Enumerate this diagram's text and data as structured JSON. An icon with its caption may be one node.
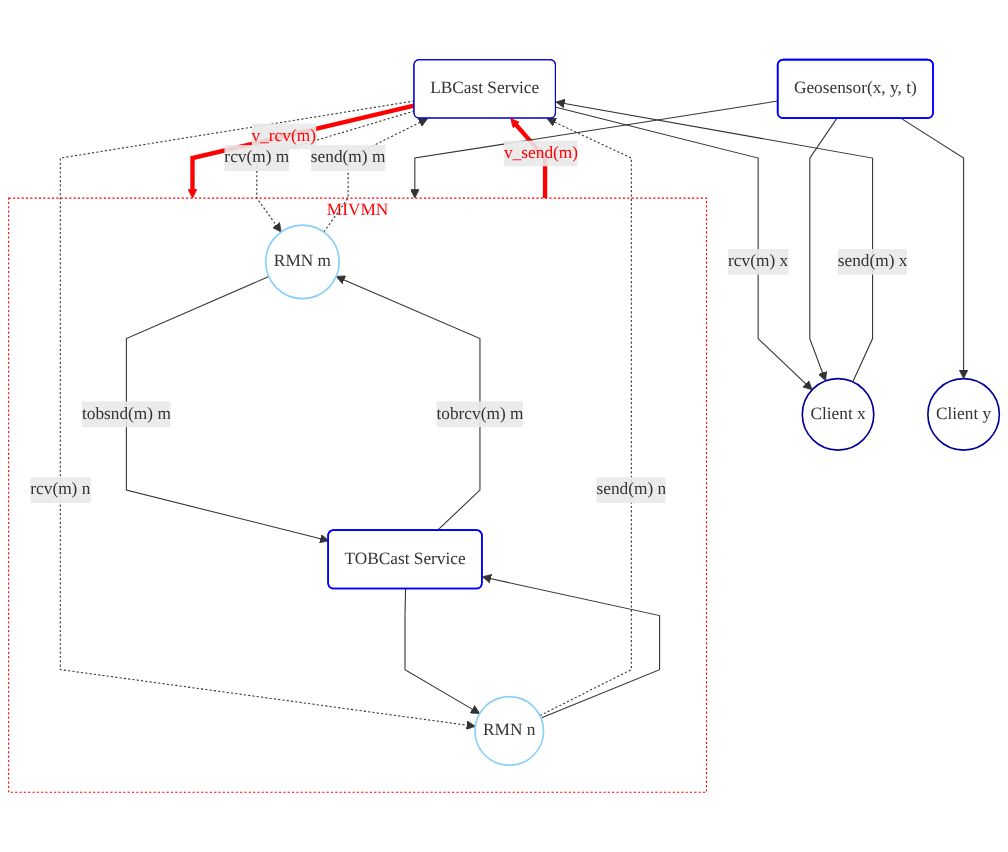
{
  "diagram": {
    "nodes": [
      {
        "text": [
          "LBCast Service"
        ]
      },
      {
        "text": [
          "Client x"
        ]
      },
      {
        "text": [
          "Client y"
        ]
      },
      {
        "text": [
          "MIVMN"
        ]
      },
      {
        "text": [
          "RMN m"
        ],
        "in": 3
      },
      {
        "text": [
          "RMN n"
        ],
        "in": 3
      },
      {
        "text": [
          "TOBCast Service"
        ],
        "in": 3
      },
      {
        "text": [
          "Geosensor(x, y, t)"
        ]
      }
    ],
    "edges": [
      {
        "from": 1,
        "to": 0,
        "arrow": "to",
        "label": "send(m) x"
      },
      {
        "from": 0,
        "to": 1,
        "arrow": "to",
        "label": "rcv(m) x"
      },
      {
        "from": 4,
        "to": 0,
        "arrow": "to",
        "label": "send(m) m",
        "style": "dashed"
      },
      {
        "from": 0,
        "to": 4,
        "arrow": "to",
        "label": "rcv(m) m",
        "style": "dashed"
      },
      {
        "from": 3,
        "to": 0,
        "arrow": "to",
        "label": "v_send(m)",
        "style": "thick",
        "color": "#ff0000"
      },
      {
        "from": 0,
        "to": 3,
        "arrow": "to",
        "label": "v_rcv(m)",
        "style": "thick",
        "color": "#ff0000"
      },
      {
        "from": 5,
        "to": 0,
        "arrow": "to",
        "label": "send(m) n",
        "style": "dashed"
      },
      {
        "from": 0,
        "to": 5,
        "arrow": "to",
        "label": "rcv(m) n",
        "style": "dashed"
      },
      {
        "from": 4,
        "to": 6,
        "arrow": "to",
        "label": "tobsnd(m) m"
      },
      {
        "from": 6,
        "to": 4,
        "arrow": "to",
        "label": "tobrcv(m) m"
      },
      {
        "from": 6,
        "to": 5,
        "arrow": "to"
      },
      {
        "from": 5,
        "to": 6,
        "arrow": "to"
      },
      {
        "from": 7,
        "to": 2,
        "arrow": "to"
      },
      {
        "from": 7,
        "to": 1,
        "arrow": "to"
      },
      {
        "from": 7,
        "to": 3,
        "arrow": "to"
      }
    ]
  }
}
